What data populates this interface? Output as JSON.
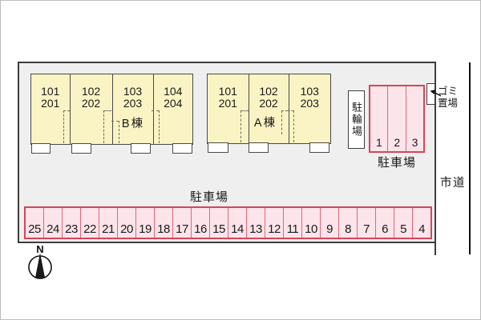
{
  "colors": {
    "site_fill": "#efefef",
    "boundary_line": "#3d3d3d",
    "building_fill": "#faf3c3",
    "building_line": "#4a4a4a",
    "parking_fill": "#fbe4ea",
    "parking_border": "#d5455a",
    "parking_divider": "#e0687c",
    "road_line": "#111111"
  },
  "compass": {
    "label": "N"
  },
  "road": {
    "label": "市道"
  },
  "garbage": {
    "label_line1": "ゴミ",
    "label_line2": "置場"
  },
  "bicycle": {
    "label": "駐輪場"
  },
  "buildings": [
    {
      "label": "B棟",
      "units": [
        {
          "upper": "101",
          "lower": "201"
        },
        {
          "upper": "102",
          "lower": "202"
        },
        {
          "upper": "103",
          "lower": "203"
        },
        {
          "upper": "104",
          "lower": "204"
        }
      ]
    },
    {
      "label": "A棟",
      "units": [
        {
          "upper": "101",
          "lower": "201"
        },
        {
          "upper": "102",
          "lower": "202"
        },
        {
          "upper": "103",
          "lower": "203"
        }
      ]
    }
  ],
  "parking_right": {
    "label": "駐車場",
    "spots": [
      "1",
      "2",
      "3"
    ]
  },
  "parking_bottom": {
    "label": "駐車場",
    "spots": [
      "25",
      "24",
      "23",
      "22",
      "21",
      "20",
      "19",
      "18",
      "17",
      "16",
      "15",
      "14",
      "13",
      "12",
      "11",
      "10",
      "9",
      "8",
      "7",
      "6",
      "5",
      "4"
    ]
  }
}
